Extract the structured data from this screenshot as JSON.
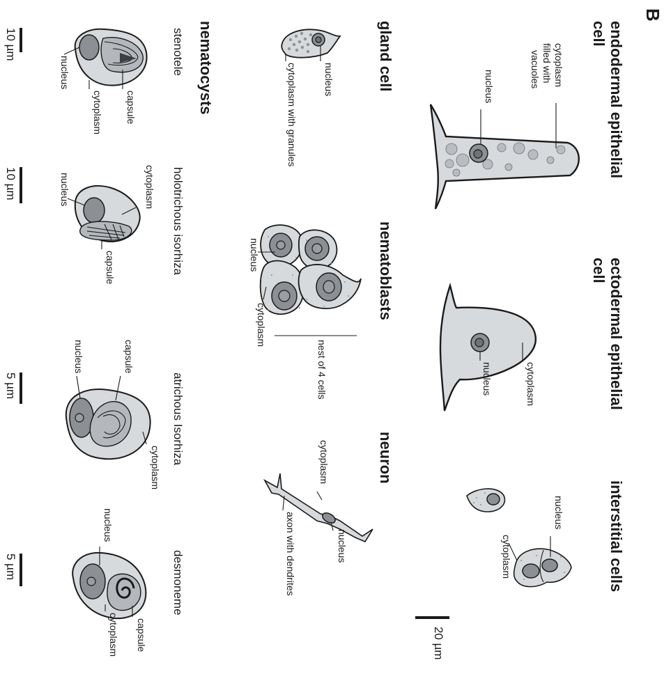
{
  "panel_letter": "B",
  "sections": {
    "endodermal": {
      "title_line1": "endodermal epithelial",
      "title_line2": "cell",
      "labels": [
        "cytoplasm",
        "filled with",
        "vacuoles",
        "nucleus"
      ]
    },
    "ectodermal": {
      "title_line1": "ectodermal epithelial",
      "title_line2": "cell",
      "labels": [
        "cytoplasm",
        "nucleus"
      ]
    },
    "interstitial": {
      "title": "interstitial cells",
      "labels": [
        "nucleus",
        "cytoplasm"
      ]
    },
    "gland": {
      "title": "gland cell",
      "labels": [
        "nucleus",
        "cytoplasm with granules"
      ]
    },
    "nematoblasts": {
      "title": "nematoblasts",
      "labels": [
        "nucleus",
        "cytoplasm",
        "nest of 4 cells"
      ]
    },
    "neuron": {
      "title": "neuron",
      "labels": [
        "cytoplasm",
        "nucleus",
        "axon with dendrites"
      ]
    },
    "nematocysts": {
      "title": "nematocysts",
      "types": [
        {
          "name": "stenotele",
          "labels": [
            "capsule",
            "nucleus",
            "cytoplasm"
          ],
          "scale": "10 µm"
        },
        {
          "name": "holotrichous isorhiza",
          "labels": [
            "cytoplasm",
            "nucleus",
            "capsule"
          ],
          "scale": "10 µm"
        },
        {
          "name": "atrichous Isorhiza",
          "labels": [
            "capsule",
            "nucleus",
            "cytoplasm"
          ],
          "scale": "5 µm"
        },
        {
          "name": "desmoneme",
          "labels": [
            "nucleus",
            "capsule",
            "cytoplasm"
          ],
          "scale": "5 µm"
        }
      ]
    },
    "scale_main": "20 µm"
  },
  "colors": {
    "cell_fill": "#d6dadd",
    "nucleus": "#8c8f93",
    "outline": "#1a1a1a"
  }
}
